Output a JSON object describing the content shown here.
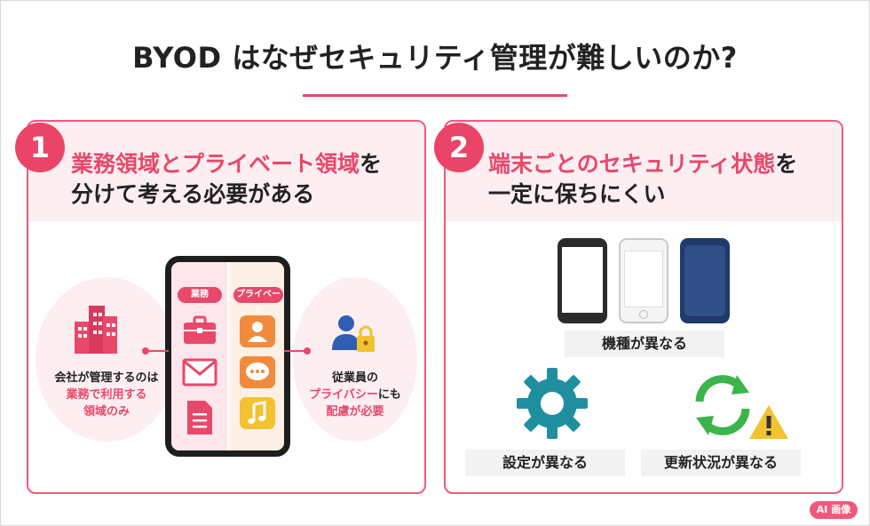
{
  "title": "BYOD はなぜセキュリティ管理が難しいのか?",
  "panel1": {
    "number": "1",
    "heading_pink": "業務領域とプライベート領域",
    "heading_dark1": "を",
    "heading_dark2": "分けて考える必要がある",
    "phone": {
      "work_tag": "業務",
      "private_tag": "プライベート"
    },
    "left_blob": {
      "line1": "会社が管理するのは",
      "line2": "業務で利用する",
      "line3": "領域のみ"
    },
    "right_blob": {
      "line1": "従業員の",
      "line2_pink": "プライバシー",
      "line2_dark": "にも",
      "line3": "配慮が必要"
    }
  },
  "panel2": {
    "number": "2",
    "heading_pink": "端末ごとのセキュリティ状態",
    "heading_dark1": "を",
    "heading_dark2": "一定に保ちにくい",
    "label_models": "機種が異なる",
    "label_settings": "設定が異なる",
    "label_update": "更新状況が異なる"
  },
  "badge": "AI 画像",
  "colors": {
    "accent": "#e8486a",
    "panel_border": "#ef5a7c",
    "panel_head_bg": "#fdeef2",
    "gear": "#1f8fa0",
    "refresh": "#3bb54a",
    "warning": "#f2c230"
  }
}
